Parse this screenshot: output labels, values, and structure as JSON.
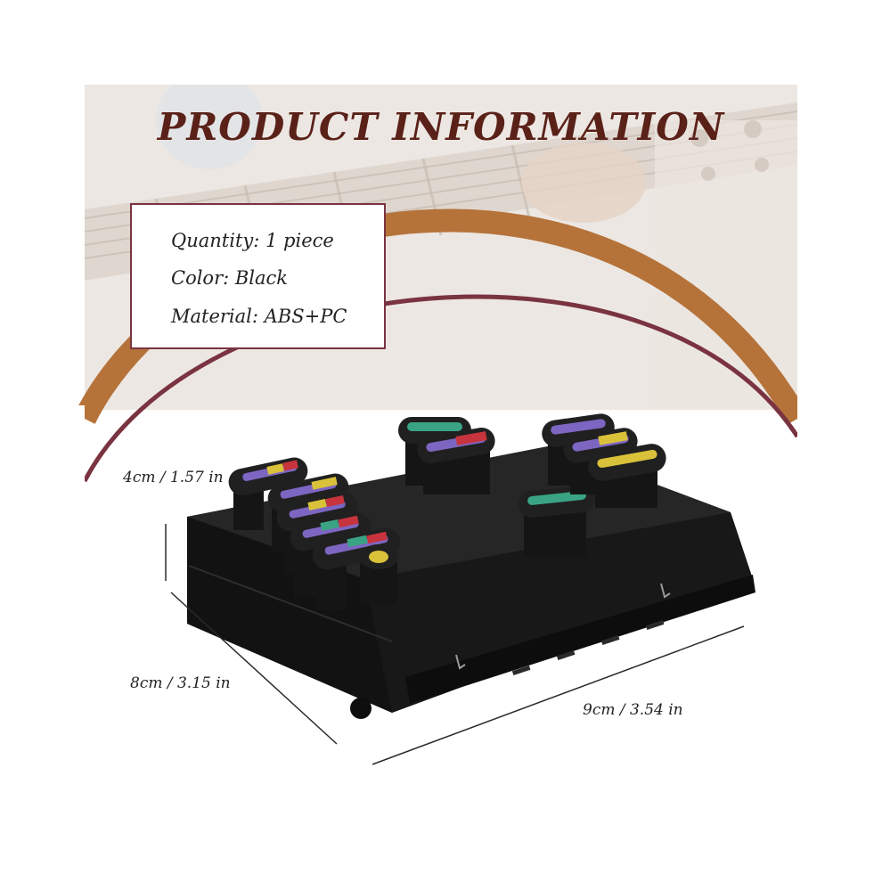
{
  "title": "PRODUCT INFORMATION",
  "specs": {
    "quantity": "Quantity: 1 piece",
    "color": "Color: Black",
    "material": "Material: ABS+PC"
  },
  "dimensions": {
    "height": "4cm / 1.57 in",
    "depth": "8cm / 3.15 in",
    "width": "9cm / 3.54 in"
  },
  "colors": {
    "title": "#5a2118",
    "arc_outer": "#b5733a",
    "arc_inner": "#7a3340",
    "device": "#161616"
  }
}
